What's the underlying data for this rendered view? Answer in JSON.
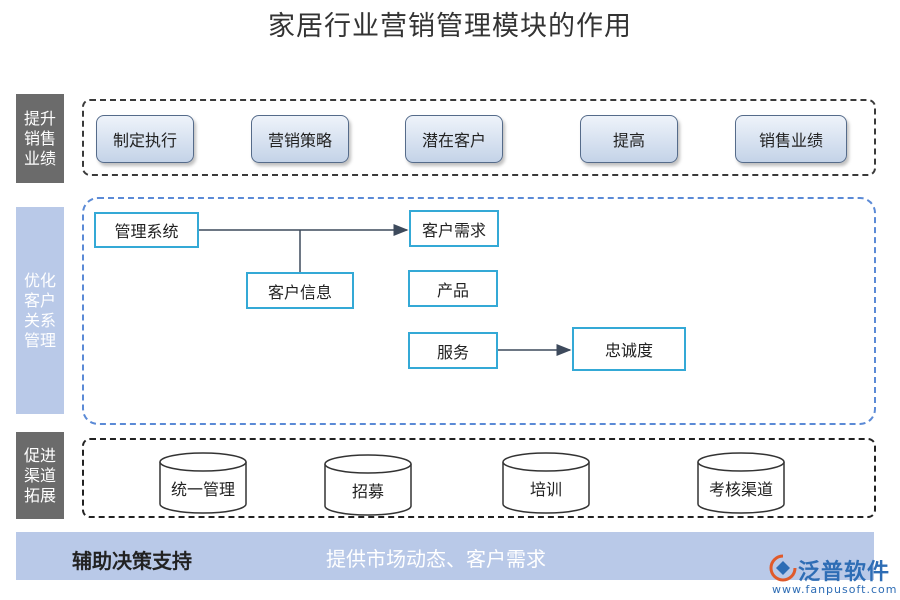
{
  "title": "家居行业营销管理模块的作用",
  "sections": {
    "sales": {
      "label": "提升销售业绩",
      "items": [
        "制定执行",
        "营销策略",
        "潜在客户",
        "提高",
        "销售业绩"
      ]
    },
    "crm": {
      "label": "优化客户关系管理",
      "nodes": {
        "mgmt_system": "管理系统",
        "customer_need": "客户需求",
        "customer_info": "客户信息",
        "product": "产品",
        "service": "服务",
        "loyalty": "忠诚度"
      }
    },
    "channel": {
      "label": "促进渠道拓展",
      "items": [
        "统一管理",
        "招募",
        "培训",
        "考核渠道"
      ]
    }
  },
  "bottom": {
    "label": "辅助决策支持",
    "text": "提供市场动态、客户需求"
  },
  "logo": {
    "name": "泛普软件",
    "url": "www.fanpusoft.com"
  },
  "colors": {
    "side_dark": "#6b6b6b",
    "side_light": "#b9c9e8",
    "box_border": "#34a9d6",
    "blue_dash": "#5b8ad6"
  }
}
